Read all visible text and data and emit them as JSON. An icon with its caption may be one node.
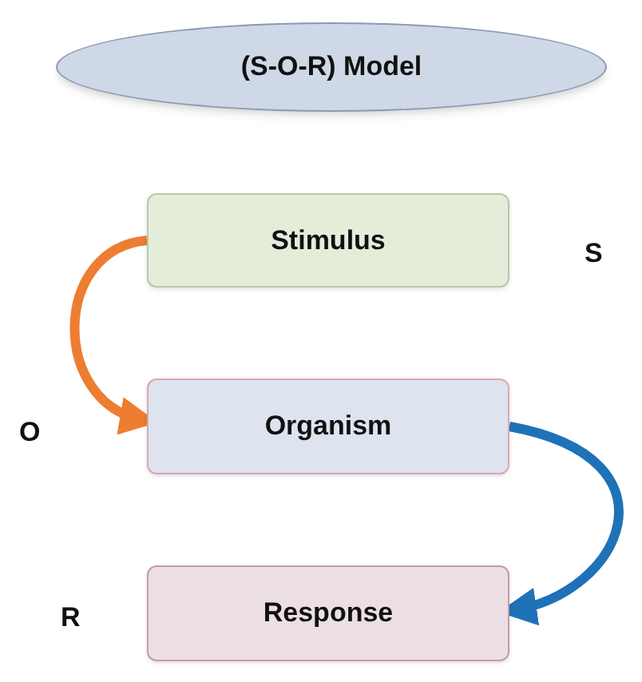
{
  "diagram": {
    "nodes": [
      {
        "text": [
          "(S-O-R) Model"
        ]
      },
      {
        "text": [
          "Stimulus"
        ],
        "beside": [
          "S"
        ]
      },
      {
        "text": [
          "Organism"
        ],
        "beside": [
          "O"
        ]
      },
      {
        "text": [
          "Response"
        ],
        "beside": [
          "R"
        ]
      }
    ],
    "edges": [
      {
        "from": 1,
        "to": 2,
        "arrow": "to",
        "color": "#ed7d31"
      },
      {
        "from": 2,
        "to": 3,
        "arrow": "to",
        "color": "#1f72b8"
      }
    ]
  }
}
